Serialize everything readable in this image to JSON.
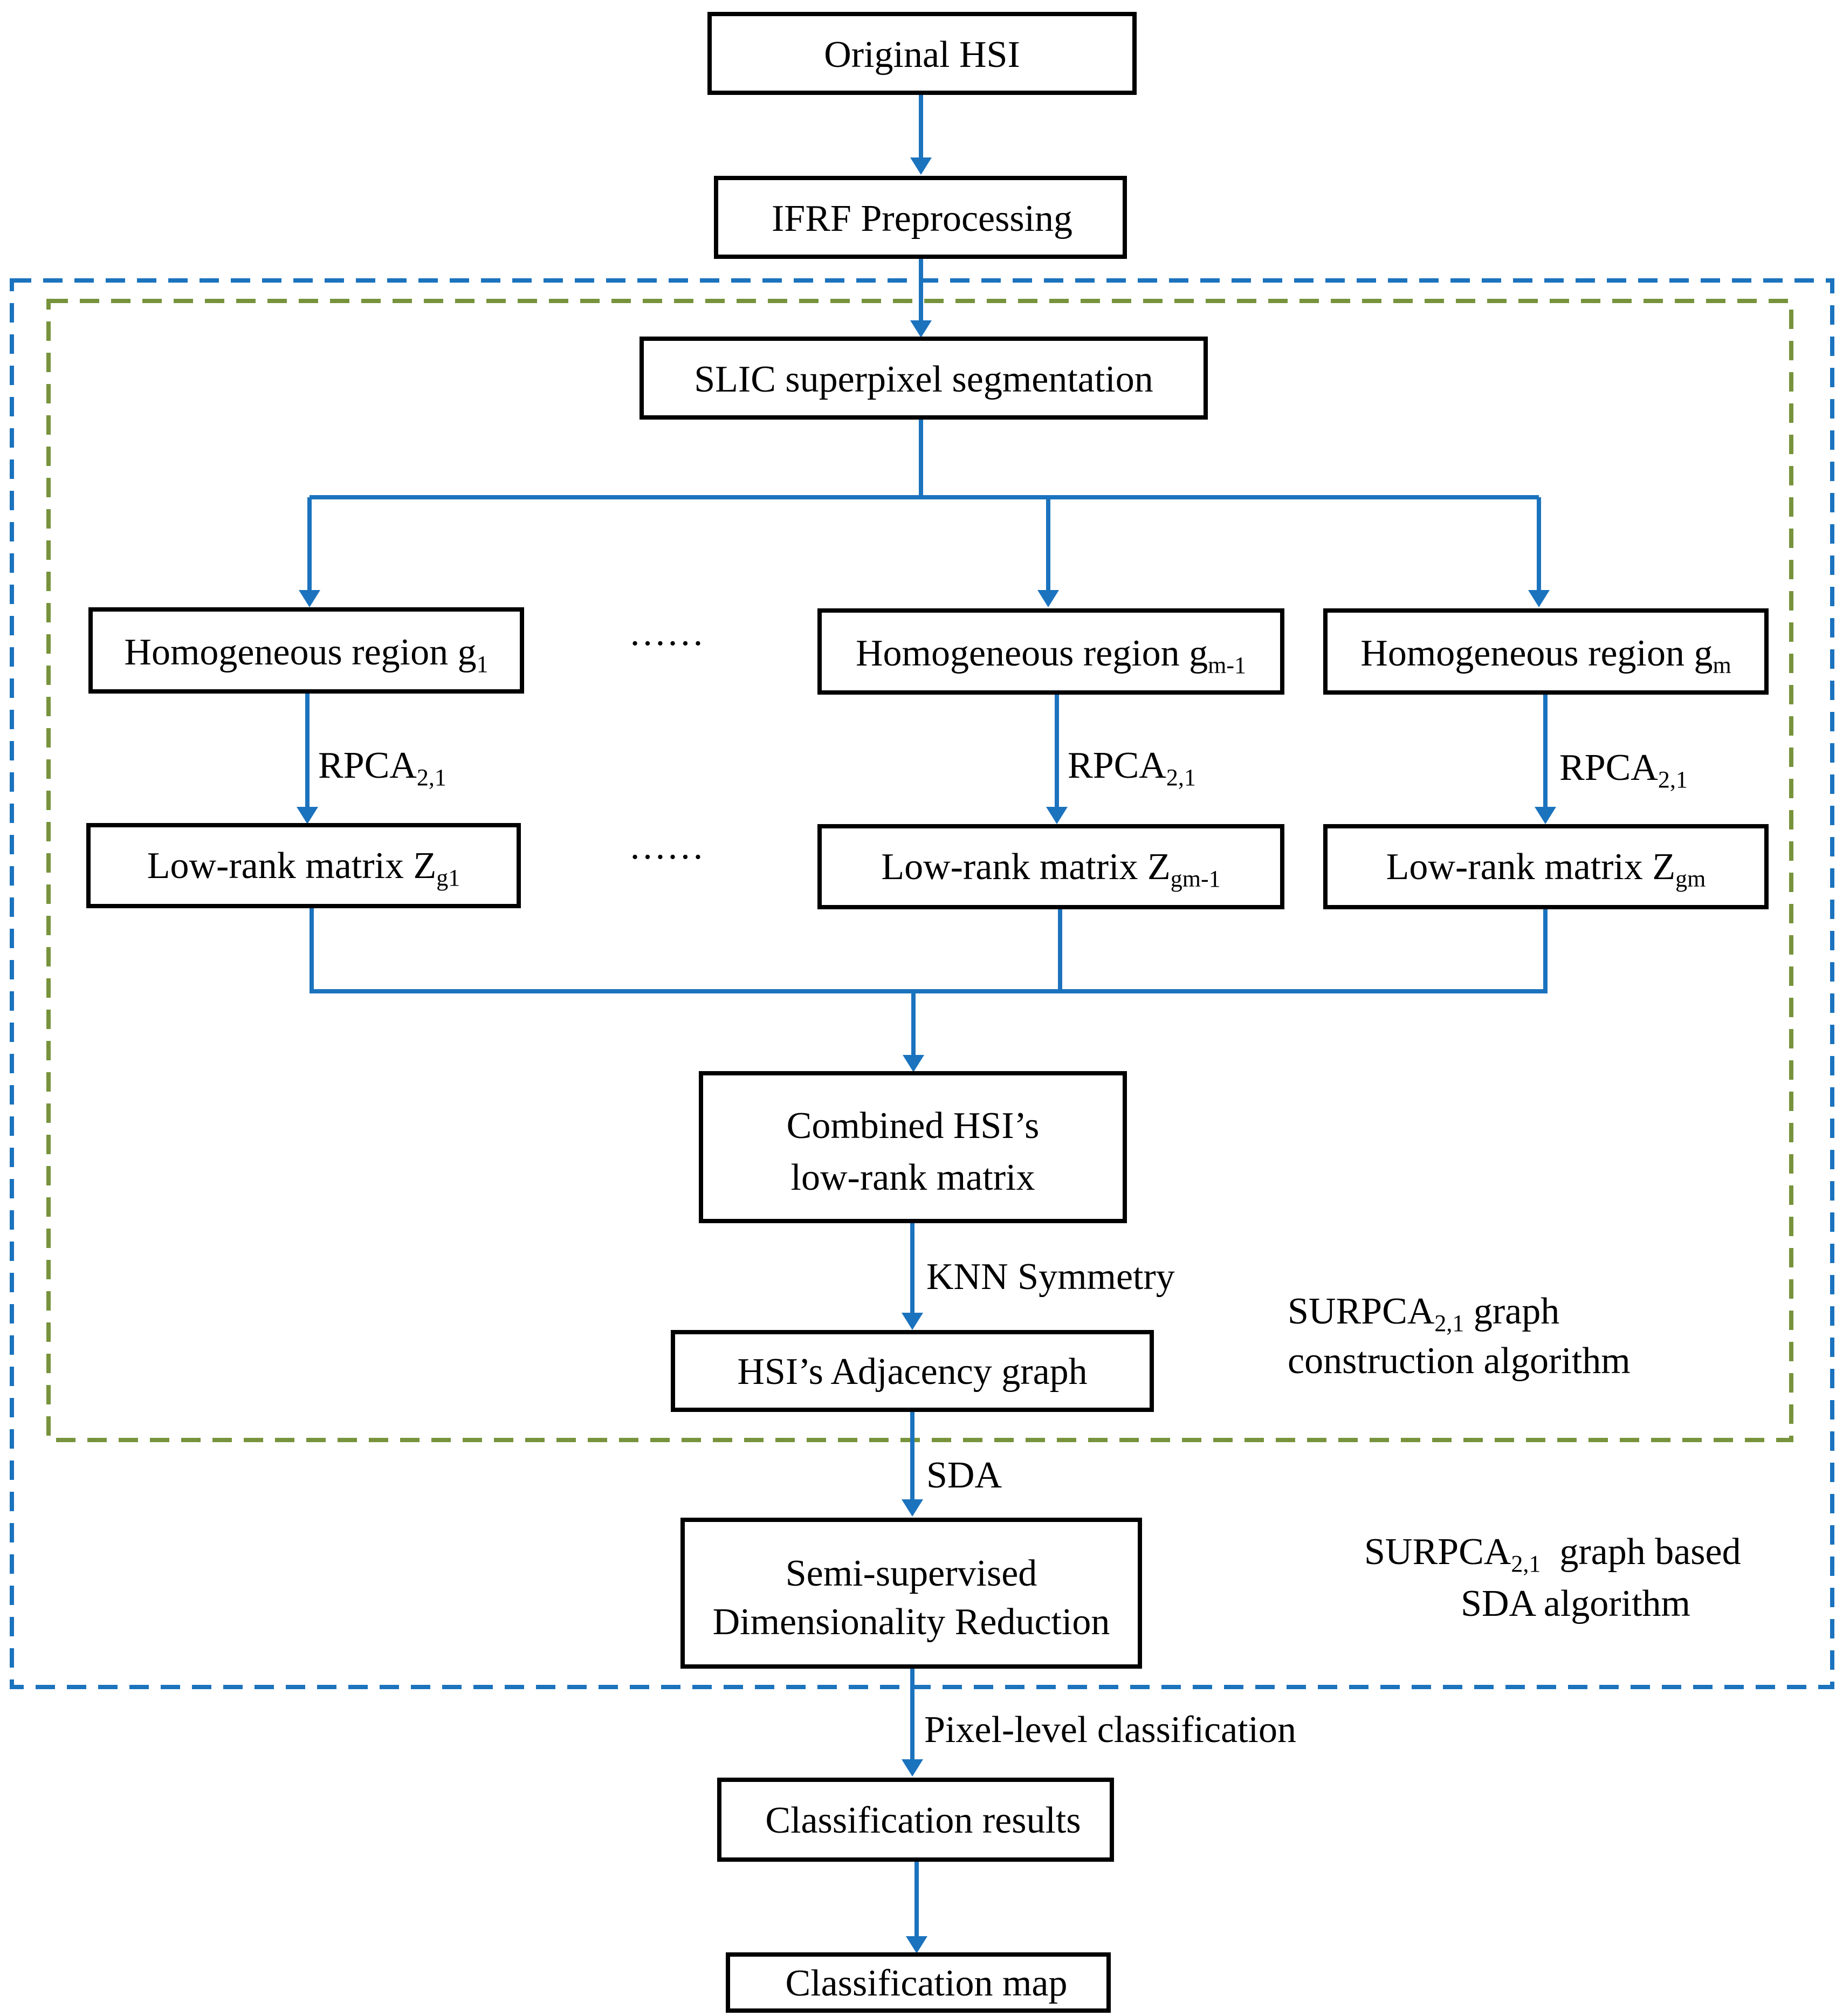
{
  "nodes": {
    "original_hsi": "Original HSI",
    "ifrf": "IFRF Preprocessing",
    "slic": "SLIC superpixel segmentation",
    "region_g1": {
      "text": "Homogeneous region g",
      "sub": "1"
    },
    "region_gm1": {
      "text": "Homogeneous region g",
      "sub": "m-1"
    },
    "region_gm": {
      "text": "Homogeneous region g",
      "sub": "m"
    },
    "lowrank_g1": {
      "text": "Low-rank matrix Z",
      "sub": "g1"
    },
    "lowrank_gm1": {
      "text": "Low-rank matrix Z",
      "sub": "gm-1"
    },
    "lowrank_gm": {
      "text": "Low-rank matrix Z",
      "sub": "gm"
    },
    "combined": {
      "line1": "Combined HSI’s",
      "line2": "low-rank matrix"
    },
    "adjacency": "HSI’s Adjacency graph",
    "ssdr": {
      "line1": "Semi-supervised",
      "line2": "Dimensionality Reduction"
    },
    "results": "Classification results",
    "map": "Classification map"
  },
  "ellipsis": "……",
  "edge_labels": {
    "rpca": {
      "text": "RPCA",
      "sub": "2,1"
    },
    "knn": "KNN Symmetry",
    "sda": "SDA",
    "pixel": "Pixel-level classification"
  },
  "frames": {
    "green": {
      "line1": {
        "text": "SURPCA",
        "sub": "2,1",
        "after": " graph"
      },
      "line2": "construction algorithm"
    },
    "blue": {
      "line1": {
        "text": "SURPCA",
        "sub": "2,1",
        "after": "  graph based"
      },
      "line2": "SDA algorithm"
    }
  },
  "colors": {
    "edge": "#1b73be",
    "frame_outer": "#1b73be",
    "frame_inner": "#77933c"
  }
}
